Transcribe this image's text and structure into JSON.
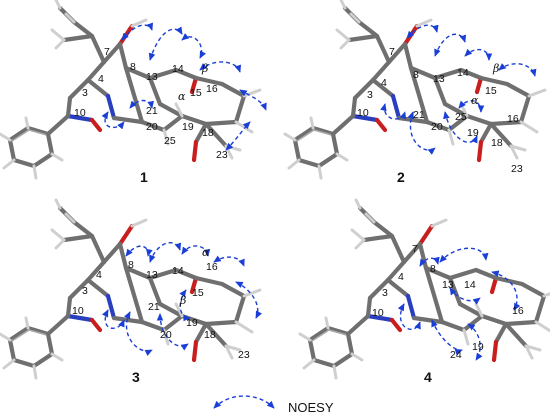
{
  "molecules": [
    {
      "id": "1",
      "labels": {
        "7": "7",
        "8": "8",
        "4": "4",
        "13": "13",
        "14": "14",
        "beta": "β",
        "3": "3",
        "alpha": "α",
        "15": "15",
        "16": "16",
        "10": "10",
        "21": "21",
        "20": "20",
        "19": "19",
        "25": "25",
        "18": "18",
        "23": "23"
      }
    },
    {
      "id": "2",
      "labels": {
        "7": "7",
        "8": "8",
        "4": "4",
        "13": "13",
        "14": "14",
        "beta": "β",
        "3": "3",
        "15": "15",
        "alpha": "α",
        "10": "10",
        "21": "21",
        "25": "25",
        "16": "16",
        "20": "20",
        "19": "19",
        "18": "18",
        "23": "23"
      }
    },
    {
      "id": "3",
      "labels": {
        "8": "8",
        "4": "4",
        "13": "13",
        "14": "14",
        "16": "16",
        "alpha": "α",
        "3": "3",
        "15": "15",
        "beta": "β",
        "10": "10",
        "21": "21",
        "20": "20",
        "19": "19",
        "18": "18",
        "23": "23"
      }
    },
    {
      "id": "4",
      "labels": {
        "7": "7",
        "8": "8",
        "4": "4",
        "3": "3",
        "13": "13",
        "14": "14",
        "10": "10",
        "16": "16",
        "24": "24",
        "19": "19"
      }
    }
  ],
  "legend": {
    "label": "NOESY",
    "color": "#1a3fd6"
  },
  "colors": {
    "carbon": "#6f6f6f",
    "oxygen": "#c81e1e",
    "nitrogen": "#2a3fbf",
    "hydrogen": "#cfcfcf",
    "arrow": "#1a3fd6"
  }
}
